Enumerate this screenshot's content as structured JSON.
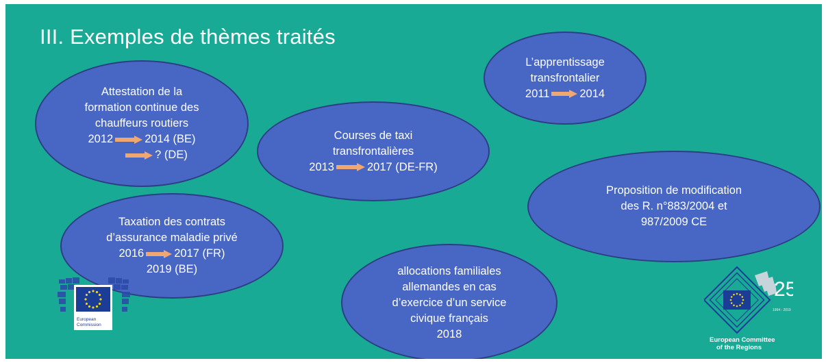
{
  "slide": {
    "title": "III. Exemples de thèmes traités",
    "topics": [
      {
        "lines": [
          {
            "text": "Attestation de la"
          },
          {
            "text": "formation continue des"
          },
          {
            "text": "chauffeurs routiers"
          },
          {
            "pre": "2012",
            "post": "2014 (BE)"
          },
          {
            "pre": "",
            "post": "? (DE)"
          }
        ]
      },
      {
        "lines": [
          {
            "text": "Courses de taxi"
          },
          {
            "text": "transfrontalières"
          },
          {
            "pre": "2013",
            "post": "2017 (DE-FR)"
          }
        ]
      },
      {
        "lines": [
          {
            "text": "L’apprentissage"
          },
          {
            "text": "transfrontalier"
          },
          {
            "pre": "2011",
            "post": "2014"
          }
        ]
      },
      {
        "lines": [
          {
            "text": "Proposition de modification"
          },
          {
            "text": "des R. n°883/2004 et"
          },
          {
            "text": "987/2009 CE"
          }
        ]
      },
      {
        "lines": [
          {
            "text": "Taxation des contrats"
          },
          {
            "text": "d’assurance maladie privé"
          },
          {
            "pre": "2016",
            "post": "2017 (FR)"
          },
          {
            "text": "2019 (BE)"
          }
        ]
      },
      {
        "lines": [
          {
            "text": "allocations familiales"
          },
          {
            "text": "allemandes en cas"
          },
          {
            "text": "d’exercice d’un service"
          },
          {
            "text": "civique français"
          },
          {
            "text": "2018"
          }
        ]
      }
    ]
  },
  "logos": {
    "eu_commission": {
      "line1": "European",
      "line2": "Commission"
    },
    "cor": {
      "anniversary": "25",
      "years": "1994 - 2019",
      "line1": "European Committee",
      "line2": "of the Regions"
    }
  },
  "colors": {
    "background": "#19aa96",
    "ellipse": "#4866c4",
    "ellipse_border": "#2c3f85",
    "arrow": "#f0a872",
    "eu_blue": "#1b3d96",
    "eu_star": "#f2d21c"
  },
  "icons": {
    "arrow": "right-arrow-icon",
    "eu_flag": "eu-flag-icon"
  }
}
